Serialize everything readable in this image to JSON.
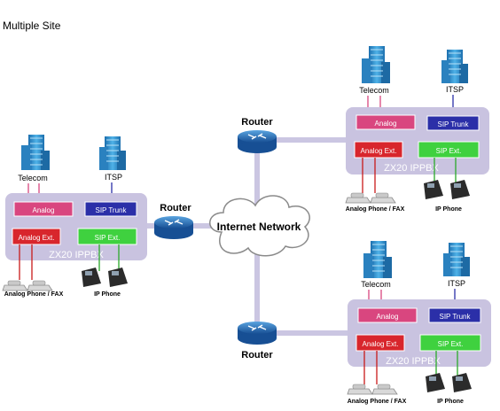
{
  "title": "Multiple Site",
  "cloud_label": "Internet Network",
  "routers": [
    {
      "id": "router-top",
      "label": "Router"
    },
    {
      "id": "router-left",
      "label": "Router"
    },
    {
      "id": "router-bottom",
      "label": "Router"
    }
  ],
  "sites": [
    {
      "id": "left",
      "pbx_label": "ZX20 IPPBX",
      "telecom_label": "Telecom",
      "itsp_label": "ITSP",
      "modules": {
        "analog": "Analog",
        "sip_trunk": "SIP Trunk",
        "analog_ext": "Analog Ext.",
        "sip_ext": "SIP Ext."
      },
      "analog_phone_label": "Analog Phone / FAX",
      "ip_phone_label": "IP Phone"
    },
    {
      "id": "top-right",
      "pbx_label": "ZX20 IPPBX",
      "telecom_label": "Telecom",
      "itsp_label": "ITSP",
      "modules": {
        "analog": "Analog",
        "sip_trunk": "SIP Trunk",
        "analog_ext": "Analog Ext.",
        "sip_ext": "SIP Ext."
      },
      "analog_phone_label": "Analog Phone / FAX",
      "ip_phone_label": "IP Phone"
    },
    {
      "id": "bottom-right",
      "pbx_label": "ZX20 IPPBX",
      "telecom_label": "Telecom",
      "itsp_label": "ITSP",
      "modules": {
        "analog": "Analog",
        "sip_trunk": "SIP Trunk",
        "analog_ext": "Analog Ext.",
        "sip_ext": "SIP Ext."
      },
      "analog_phone_label": "Analog Phone / FAX",
      "ip_phone_label": "IP Phone"
    }
  ],
  "colors": {
    "pbx_fill": "#c9c3e0",
    "analog_fill": "#d9467f",
    "sip_trunk_fill": "#2b2fa8",
    "analog_ext_fill": "#d8262c",
    "sip_ext_fill": "#3fd13f",
    "link_line": "#cbc6e2",
    "analog_line": "#c81a1a",
    "ip_line": "#2aa82a",
    "trunk_line": "#2b2fa8",
    "telecom_line": "#d9467f",
    "building": "#2f8fc9",
    "router": "#1e5fa8"
  }
}
